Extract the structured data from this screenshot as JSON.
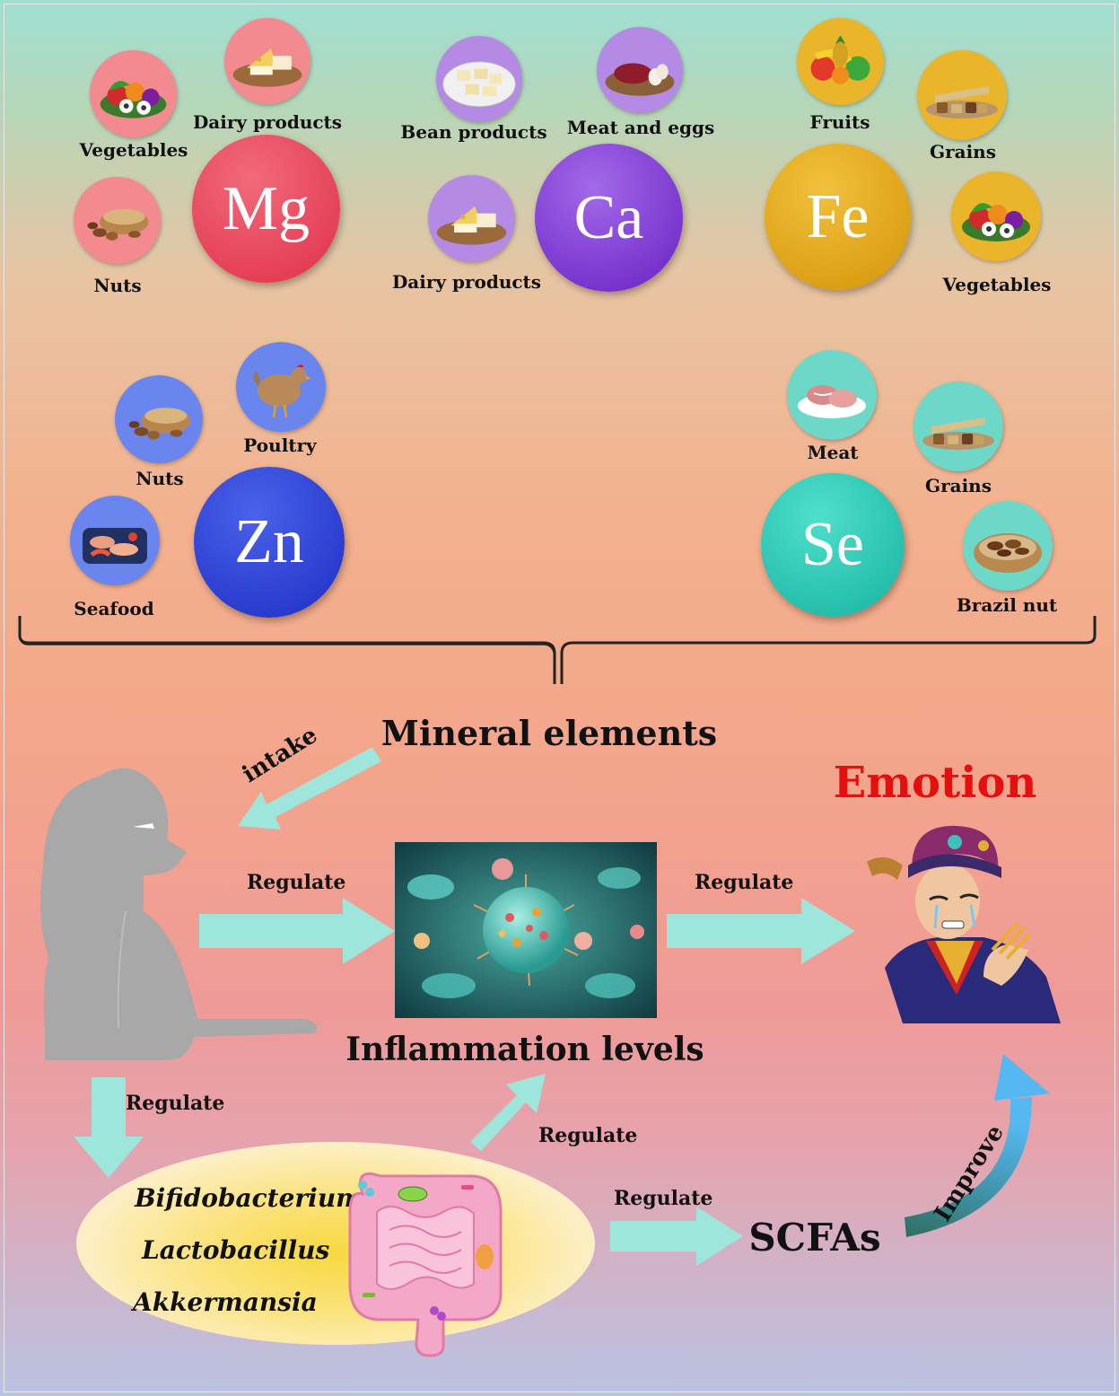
{
  "elements": {
    "mg": {
      "symbol": "Mg",
      "color": "#e8445c",
      "foods": [
        "Vegetables",
        "Dairy products",
        "Nuts"
      ]
    },
    "ca": {
      "symbol": "Ca",
      "color": "#7b2fd0",
      "foods": [
        "Bean products",
        "Meat and eggs",
        "Dairy products"
      ]
    },
    "fe": {
      "symbol": "Fe",
      "color": "#e2a20c",
      "foods": [
        "Fruits",
        "Grains",
        "Vegetables"
      ]
    },
    "zn": {
      "symbol": "Zn",
      "color": "#2c3ed6",
      "foods": [
        "Poultry",
        "Nuts",
        "Seafood"
      ]
    },
    "se": {
      "symbol": "Se",
      "color": "#27c4b2",
      "foods": [
        "Meat",
        "Grains",
        "Brazil nut"
      ]
    }
  },
  "flow": {
    "mineral_elements": "Mineral elements",
    "intake": "intake",
    "regulate_1": "Regulate",
    "regulate_2": "Regulate",
    "regulate_3": "Regulate",
    "regulate_4": "Regulate",
    "regulate_5": "Regulate",
    "inflammation": "Inflammation levels",
    "emotion": "Emotion",
    "scfas": "SCFAs",
    "improve": "Improve"
  },
  "bacteria": [
    "Bifidobacterium",
    "Lactobacillus",
    "Akkermansia"
  ],
  "colors": {
    "arrow": "#9ee6dc",
    "emotion": "#e60f0f",
    "silhouette": "#a8a8a8",
    "improve_arrow_start": "#2f6e62",
    "improve_arrow_end": "#55b8f0"
  }
}
